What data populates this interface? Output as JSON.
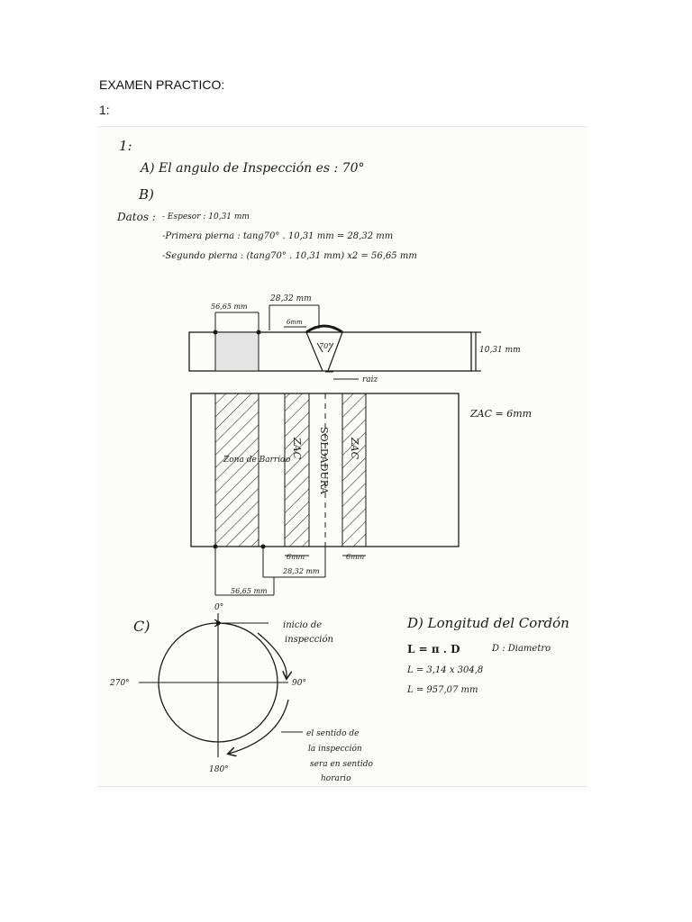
{
  "header": {
    "title": "EXAMEN PRACTICO:",
    "item": "1:"
  },
  "sheet": {
    "number": "1:",
    "part_a": "A) El angulo de Inspección es : 70°",
    "part_b": "B)",
    "datos_label": "Datos :",
    "espesor": "- Espesor : 10,31 mm",
    "primera": "-Primera pierna : tang70° . 10,31 mm = 28,32 mm",
    "segunda": "-Segundo pierna : (tang70° . 10,31 mm) x2 = 56,65 mm",
    "diagram": {
      "dim_top_28": "28,32 mm",
      "dim_top_56": "56,65 mm",
      "dim_6mm_top": "6mm",
      "angle": "70°",
      "thickness": "10,31 mm",
      "raiz": "raiz",
      "zac_note": "ZAC = 6mm",
      "zona_barrido": "Zona de Barrido",
      "zac": "ZAC",
      "soldadura": "SOLDADURA",
      "dim_6mm_bottom_left": "6mm",
      "dim_6mm_bottom_right": "6mm",
      "dim_bottom_28": "28,32 mm",
      "dim_bottom_56": "56,65 mm"
    },
    "part_c": {
      "label": "C)",
      "deg_0": "0°",
      "deg_90": "90°",
      "deg_180": "180°",
      "deg_270": "270°",
      "start_note_1": "inicio de",
      "start_note_2": "inspección",
      "direction_1": "el sentido de",
      "direction_2": "la inspección",
      "direction_3": "sera en sentido",
      "direction_4": "horario"
    },
    "part_d": {
      "title": "D) Longitud del Cordón",
      "formula": "L = π . D",
      "legend": "D : Diametro",
      "calc": "L = 3,14 x 304,8",
      "result": "L = 957,07 mm"
    }
  }
}
